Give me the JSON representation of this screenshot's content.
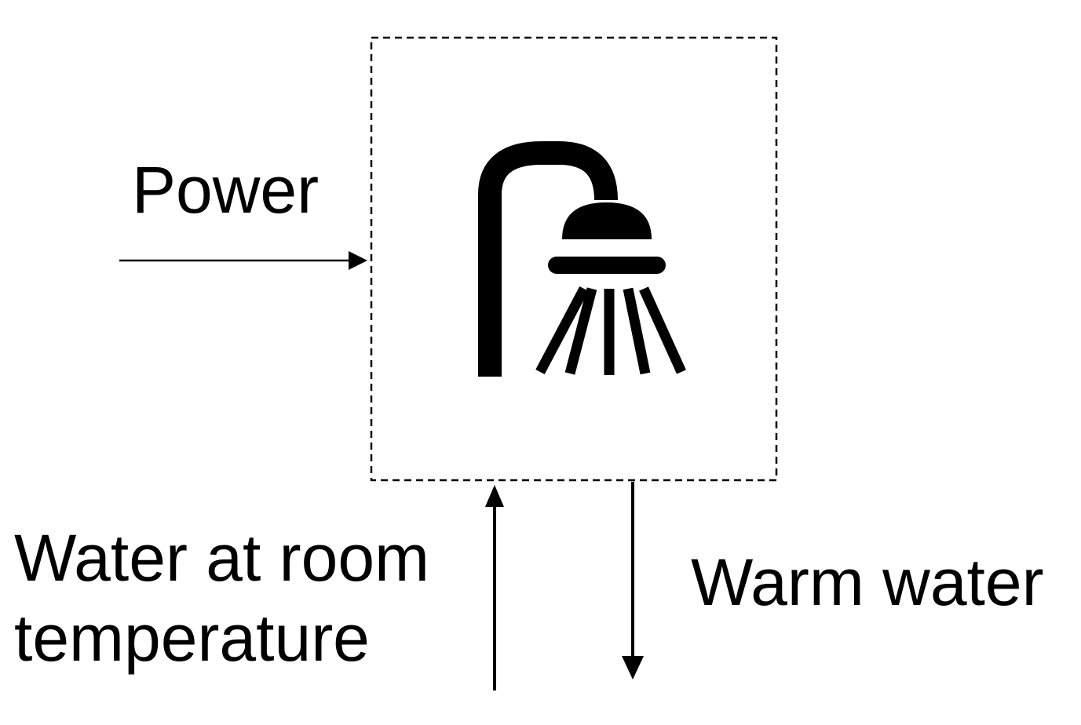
{
  "diagram": {
    "system_icon": "shower-icon",
    "boundary_style": "dashed",
    "inputs": [
      {
        "label": "Power",
        "direction": "right"
      },
      {
        "label_lines": [
          "Water at room",
          "temperature"
        ],
        "direction": "up"
      }
    ],
    "outputs": [
      {
        "label": "Warm water",
        "direction": "down"
      }
    ]
  }
}
